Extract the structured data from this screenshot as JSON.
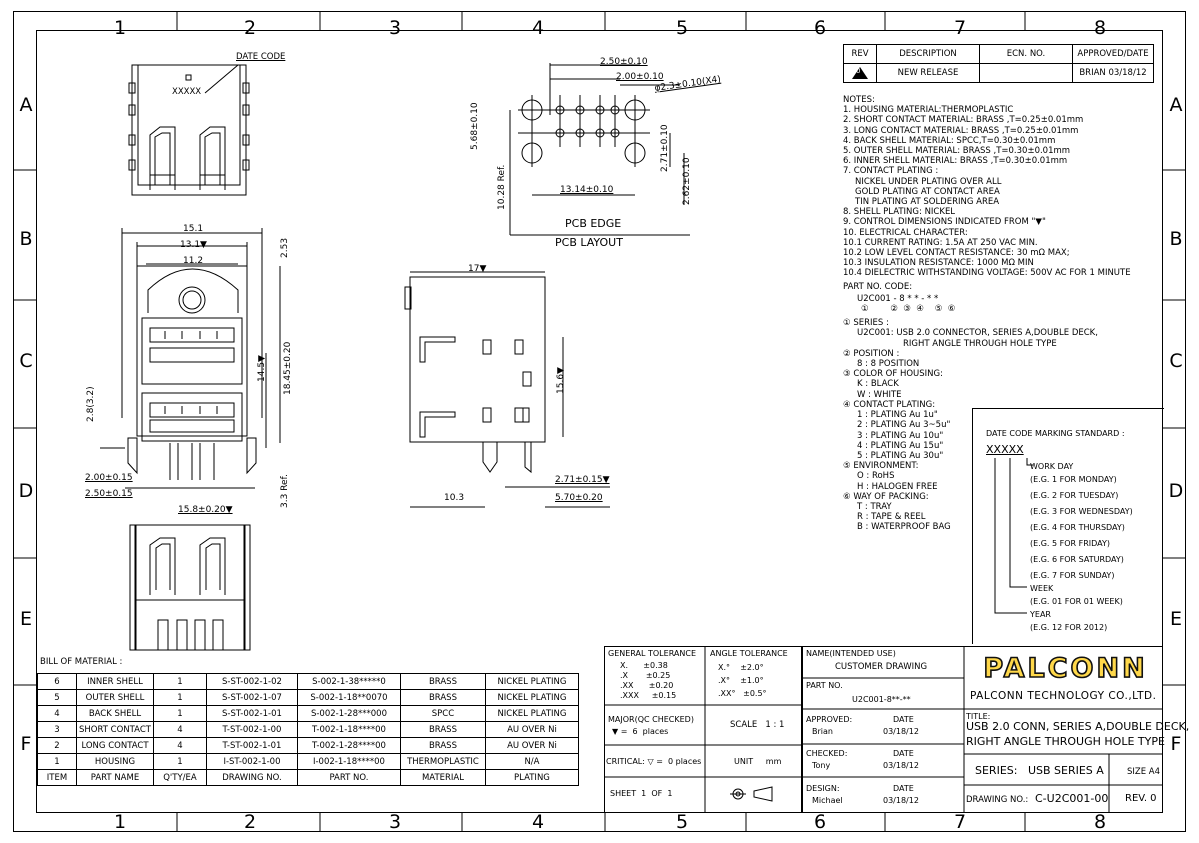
{
  "zones_top": [
    "1",
    "2",
    "3",
    "4",
    "5",
    "6",
    "7",
    "8"
  ],
  "zones_side": [
    "A",
    "B",
    "C",
    "D",
    "E",
    "F"
  ],
  "revision": {
    "headers": [
      "REV",
      "DESCRIPTION",
      "ECN. NO.",
      "APPROVED/DATE"
    ],
    "rev_mark": "0",
    "description": "NEW RELEASE",
    "ecn": "",
    "approved": "BRIAN  03/18/12"
  },
  "dims": {
    "date_code": "DATE CODE",
    "xxxxx": "XXXXX",
    "d151": "15.1",
    "d131": "13.1▼",
    "d112": "11.2",
    "d253": "2.53",
    "d145": "14.5▼",
    "d1845": "18.45±0.20",
    "d28": "2.8(3.2)",
    "d200": "2.00±0.15",
    "d250": "2.50±0.15",
    "d158": "15.8±0.20▼",
    "d33": "3.3 Ref.",
    "pcb_250": "2.50±0.10",
    "pcb_200": "2.00±0.10",
    "pcb_phi": "φ2.3±0.10(X4)",
    "pcb_568": "5.68±0.10",
    "pcb_1314": "13.14±0.10",
    "pcb_1028": "10.28 Ref.",
    "pcb_271": "2.71±0.10",
    "pcb_262": "2.62±0.10",
    "pcb_edge": "PCB EDGE",
    "pcb_layout": "PCB LAYOUT",
    "side_17": "17▼",
    "side_156": "15.6▼",
    "side_103": "10.3",
    "side_271": "2.71±0.15▼",
    "side_570": "5.70±0.20"
  },
  "notes": [
    "NOTES:",
    "1. HOUSING MATERIAL:THERMOPLASTIC",
    "2. SHORT CONTACT MATERIAL: BRASS   ,T=0.25±0.01mm",
    "3. LONG CONTACT MATERIAL: BRASS  ,T=0.25±0.01mm",
    "4. BACK SHELL MATERIAL: SPCC,T=0.30±0.01mm",
    "5. OUTER SHELL MATERIAL: BRASS  ,T=0.30±0.01mm",
    "6. INNER SHELL MATERIAL: BRASS  ,T=0.30±0.01mm",
    "7. CONTACT PLATING :",
    "   NICKEL UNDER PLATING OVER ALL",
    "   GOLD PLATING AT CONTACT AREA",
    "   TIN PLATING AT SOLDERING AREA",
    "8. SHELL PLATING: NICKEL",
    "9. CONTROL DIMENSIONS INDICATED FROM \"▼\"",
    "10. ELECTRICAL CHARACTER:",
    "10.1 CURRENT RATING: 1.5A AT 250 VAC MIN.",
    "10.2 LOW LEVEL CONTACT RESISTANCE: 30 mΩ MAX;",
    "10.3 INSULATION RESISTANCE: 1000 MΩ MIN",
    "10.4 DIELECTRIC WITHSTANDING VOLTAGE: 500V AC FOR 1 MINUTE"
  ],
  "part_code": {
    "label": "PART NO. CODE:",
    "code": "U2C001 - 8  *  *  -  *  *",
    "circles": "①        ②  ③  ④    ⑤  ⑥"
  },
  "codes": [
    "① SERIES :",
    "   U2C001: USB 2.0 CONNECTOR, SERIES A,DOUBLE DECK,",
    "              RIGHT ANGLE THROUGH HOLE TYPE",
    "② POSITION :",
    "   8 : 8 POSITION",
    "③ COLOR OF HOUSING:",
    "   K : BLACK",
    "   W : WHITE",
    "④ CONTACT PLATING:",
    "   1 : PLATING Au 1u\"",
    "   2 : PLATING Au 3~5u\"",
    "   3 : PLATING Au 10u\"",
    "   4 : PLATING Au 15u\"",
    "   5 : PLATING Au 30u\"",
    "⑤ ENVIRONMENT:",
    "   O : RoHS",
    "   H : HALOGEN FREE",
    "⑥ WAY OF PACKING:",
    "   T : TRAY",
    "   R : TAPE & REEL",
    "   B : WATERPROOF BAG"
  ],
  "date_code_std": {
    "title": "DATE CODE MARKING STANDARD :",
    "xxxxx": "XXXXX",
    "lines": [
      "WORK DAY",
      "(E.G. 1 FOR MONDAY)",
      "(E.G. 2 FOR TUESDAY)",
      "(E.G. 3 FOR WEDNESDAY)",
      "(E.G. 4 FOR THURSDAY)",
      "(E.G. 5 FOR FRIDAY)",
      "(E.G. 6 FOR SATURDAY)",
      "(E.G. 7 FOR SUNDAY)",
      "WEEK",
      "(E.G. 01 FOR 01 WEEK)",
      "YEAR",
      "(E.G. 12 FOR 2012)"
    ]
  },
  "bom": {
    "title": "BILL OF MATERIAL :",
    "headers": [
      "ITEM",
      "PART NAME",
      "Q'TY/EA",
      "DRAWING NO.",
      "PART NO.",
      "MATERIAL",
      "PLATING"
    ],
    "rows": [
      [
        "6",
        "INNER SHELL",
        "1",
        "S-ST-002-1-02",
        "S-002-1-38*****0",
        "BRASS",
        "NICKEL PLATING"
      ],
      [
        "5",
        "OUTER SHELL",
        "1",
        "S-ST-002-1-07",
        "S-002-1-18**0070",
        "BRASS",
        "NICKEL PLATING"
      ],
      [
        "4",
        "BACK SHELL",
        "1",
        "S-ST-002-1-01",
        "S-002-1-28***000",
        "SPCC",
        "NICKEL PLATING"
      ],
      [
        "3",
        "SHORT CONTACT",
        "4",
        "T-ST-002-1-00",
        "T-002-1-18****00",
        "BRASS",
        "AU OVER Ni"
      ],
      [
        "2",
        "LONG CONTACT",
        "4",
        "T-ST-002-1-01",
        "T-002-1-28****00",
        "BRASS",
        "AU OVER Ni"
      ],
      [
        "1",
        "HOUSING",
        "1",
        "I-ST-002-1-00",
        "I-002-1-18****00",
        "THERMOPLASTIC",
        "N/A"
      ]
    ]
  },
  "tolerance": {
    "general_title": "GENERAL TOLERANCE",
    "general": [
      "X.      ±0.38",
      ".X       ±0.25",
      ".XX      ±0.20",
      ".XXX     ±0.15"
    ],
    "angle_title": "ANGLE TOLERANCE",
    "angle": [
      "X.°    ±2.0°",
      ".X°    ±1.0°",
      ".XX°   ±0.5°"
    ],
    "major": "MAJOR(QC CHECKED)",
    "major_val": "▼ =  6  places",
    "scale": "SCALE   1 : 1",
    "critical": "CRITICAL: ▽ =  0 places",
    "unit": "UNIT     mm",
    "sheet": "SHEET  1  OF  1"
  },
  "title_block": {
    "name_label": "NAME(INTENDED USE)",
    "name_value": "CUSTOMER DRAWING",
    "part_label": "PART NO.",
    "part_value": "U2C001-8**-**",
    "approved_label": "APPROVED:",
    "approved_name": "Brian",
    "checked_label": "CHECKED:",
    "checked_name": "Tony",
    "design_label": "DESIGN:",
    "design_name": "Michael",
    "date_label": "DATE",
    "date_value": "03/18/12",
    "logo": "PALCONN",
    "company": "PALCONN TECHNOLOGY CO.,LTD.",
    "title_label": "TITLE:",
    "title_1": "USB 2.0 CONN, SERIES A,DOUBLE DECK,",
    "title_2": "RIGHT ANGLE THROUGH HOLE TYPE",
    "series": "SERIES:   USB SERIES A",
    "size": "SIZE A4",
    "drawing_label": "DRAWING NO.:",
    "drawing_no": "C-U2C001-00",
    "rev": "REV. 0"
  }
}
